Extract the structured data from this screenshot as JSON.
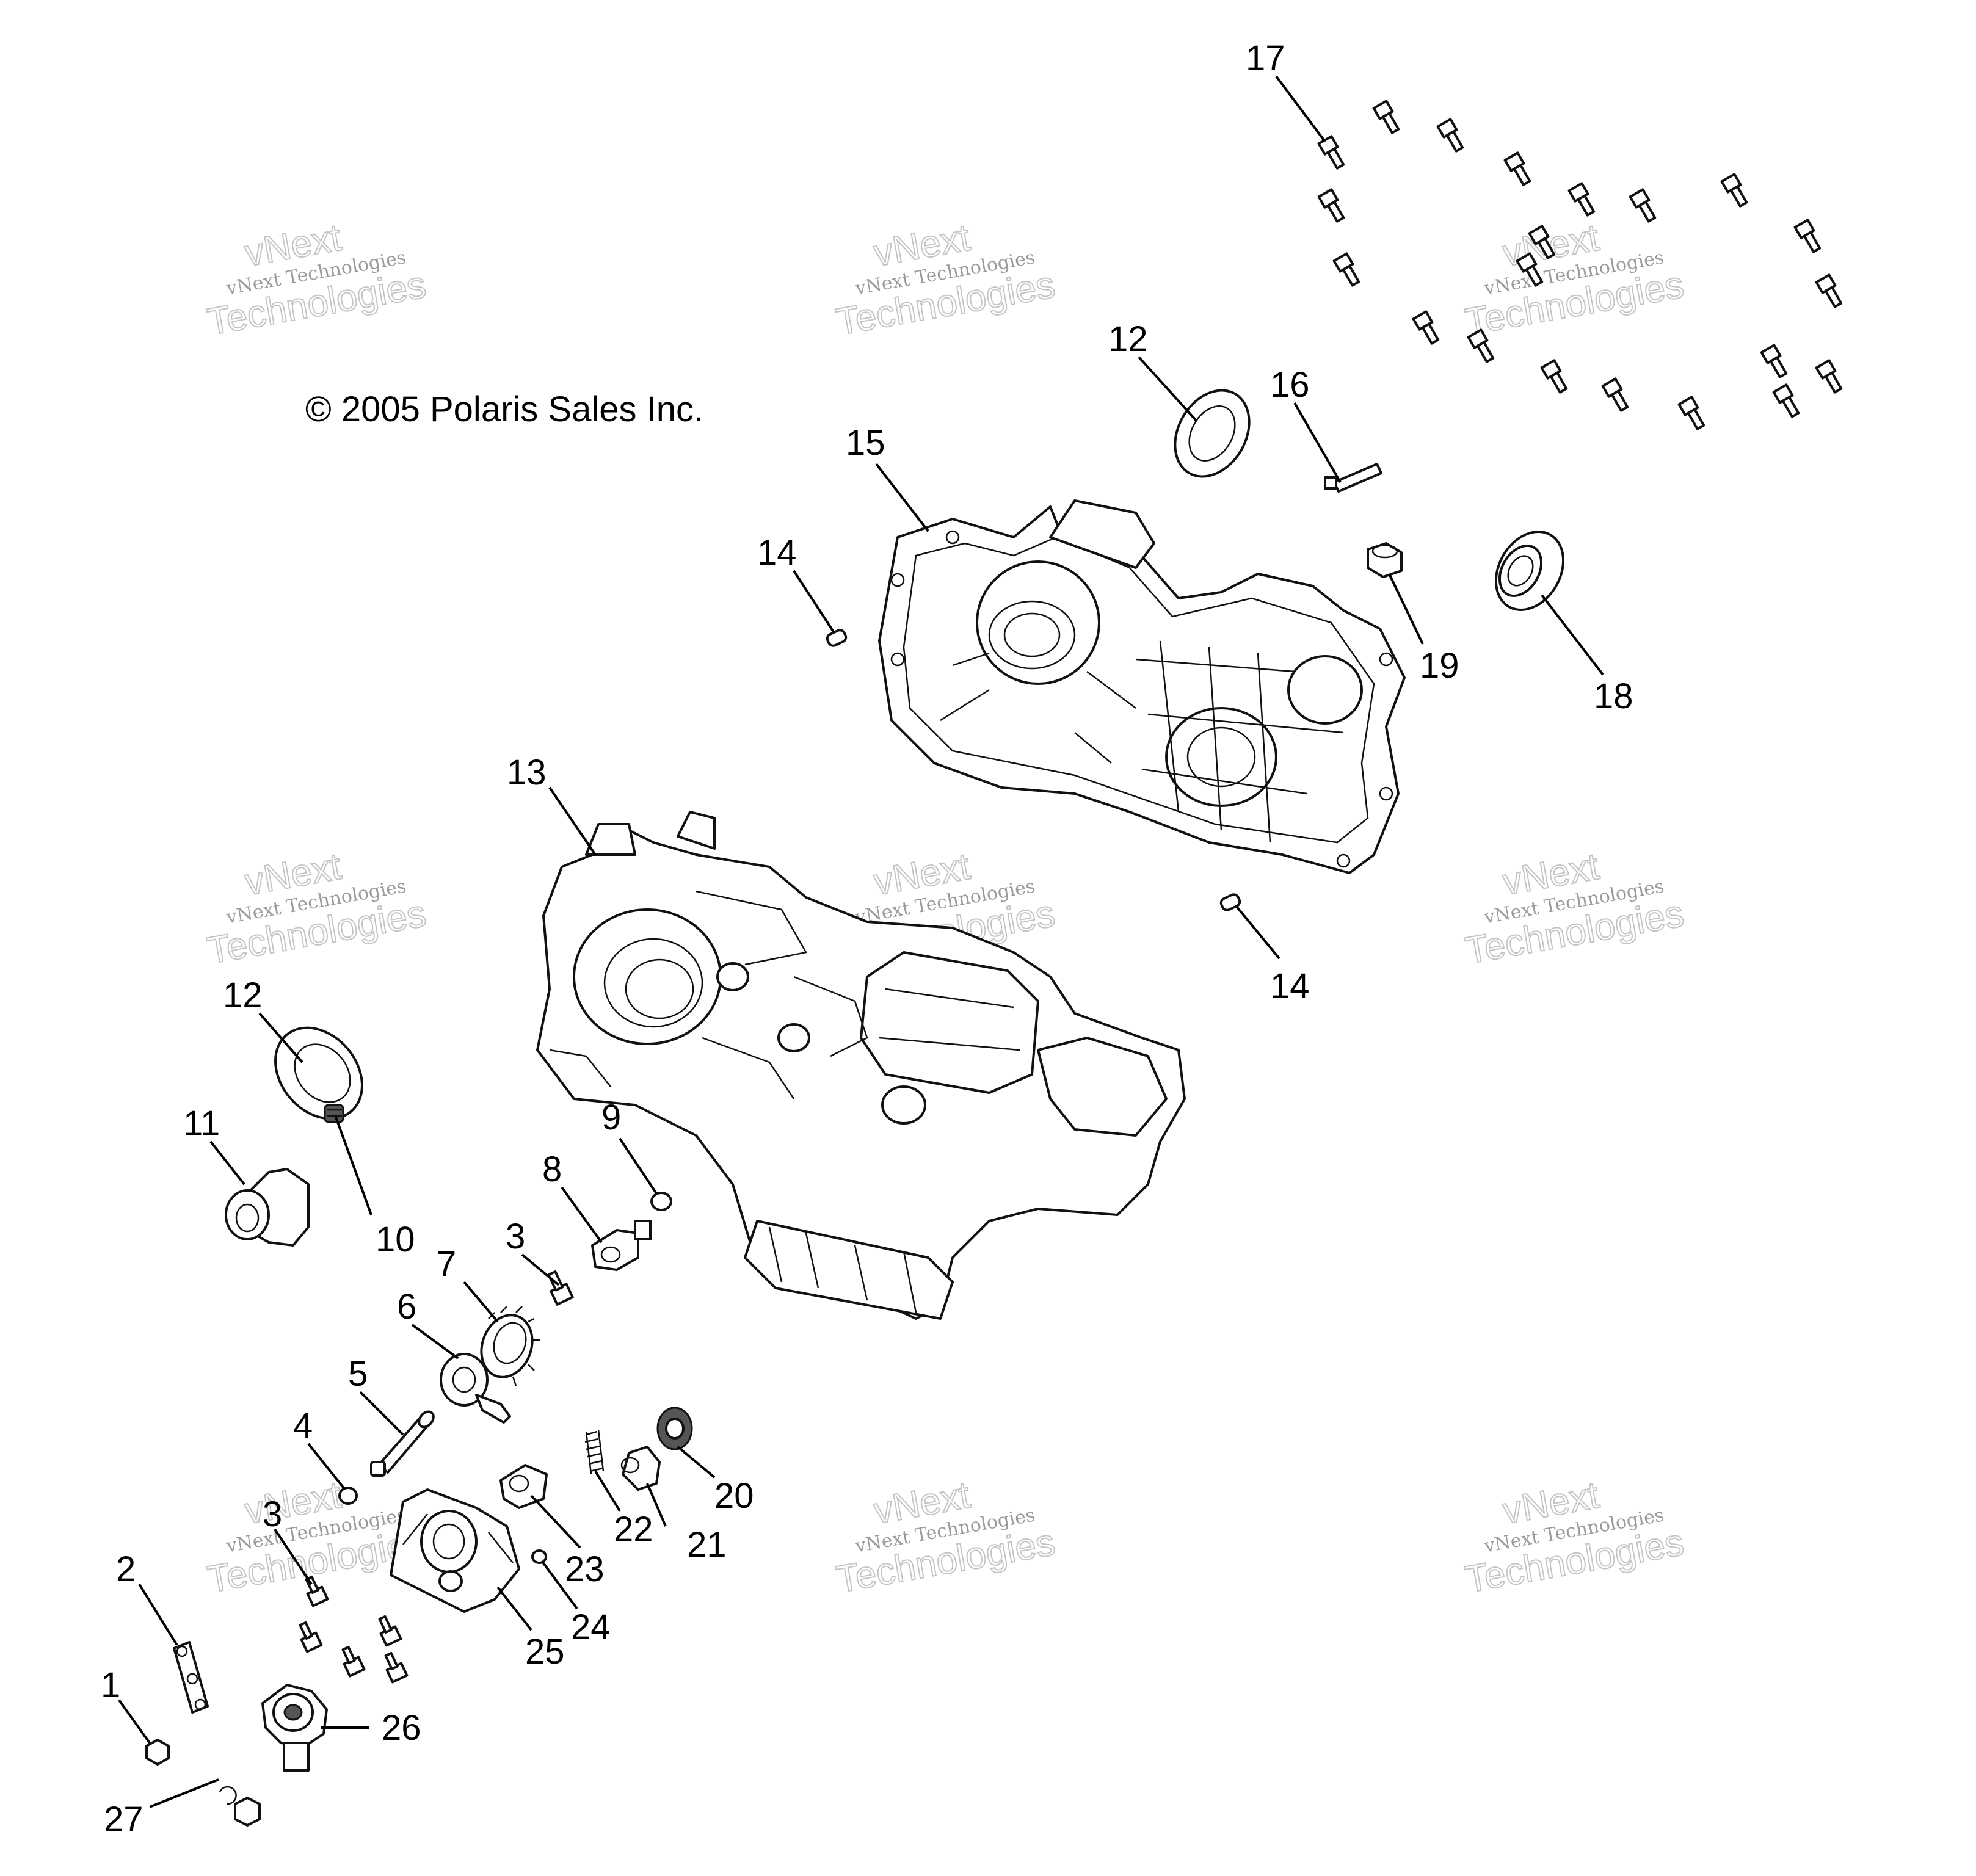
{
  "copyright": "© 2005 Polaris Sales Inc.",
  "watermark": {
    "brand": "vNext",
    "line_small": "vNext Technologies",
    "line_big": "Technologies"
  },
  "callouts": [
    "1",
    "2",
    "3",
    "3",
    "4",
    "5",
    "6",
    "7",
    "8",
    "9",
    "10",
    "11",
    "12",
    "12",
    "13",
    "14",
    "14",
    "15",
    "16",
    "17",
    "18",
    "19",
    "20",
    "21",
    "22",
    "23",
    "24",
    "25",
    "26",
    "27"
  ]
}
